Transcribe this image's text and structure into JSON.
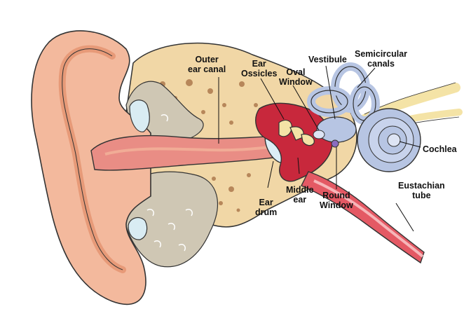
{
  "labels": {
    "outer_ear_canal": [
      "Outer",
      "ear canal"
    ],
    "ear_ossicles": [
      "Ear",
      "Ossicles"
    ],
    "oval_window": [
      "Oval",
      "Window"
    ],
    "vestibule": "Vestibule",
    "semicircular_canals": [
      "Semicircular",
      "canals"
    ],
    "cochlea": "Cochlea",
    "eustachian_tube": [
      "Eustachian",
      "tube"
    ],
    "round_window": [
      "Round",
      "Window"
    ],
    "middle_ear": [
      "Middle",
      "ear"
    ],
    "ear_drum": [
      "Ear",
      "drum"
    ]
  },
  "colors": {
    "skin": "#f3b99d",
    "skin_dark": "#e79a78",
    "canal": "#e98d85",
    "bone": "#f1d7a6",
    "bone_spots": "#b7875a",
    "inner_gray": "#cfc7b4",
    "middle_ear": "#c8283c",
    "labyrinth": "#b7c5e3",
    "nerve": "#f4e3a6",
    "tube": "#e45964"
  }
}
